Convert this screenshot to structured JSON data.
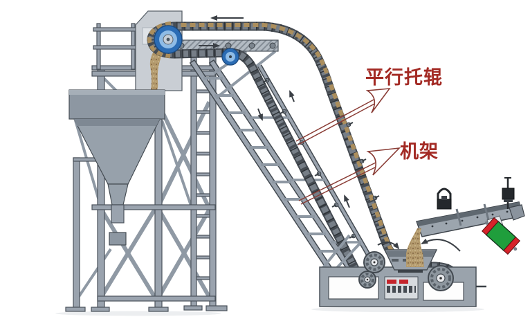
{
  "annotations": {
    "color": "#a32a24",
    "labels": [
      {
        "id": "parallel-idler",
        "text": "平行托辊"
      },
      {
        "id": "frame",
        "text": "机架"
      }
    ]
  },
  "icons": {
    "annotation_arrow": "open-swallow-arrowhead",
    "travel_direction_top": "left-arrow",
    "return_direction": "right-arrow",
    "incline_up": "up-slope-arrow",
    "incline_down": "down-slope-arrow",
    "rotation_direction": "curved-rotation-arrow"
  },
  "colors": {
    "background": "#ffffff",
    "structure_gray": "#9aa3ae",
    "outline_dark": "#4a525a",
    "housing_gray": "#c9ced4",
    "chain_dark": "#464c53",
    "material_tan": "#b49b6e",
    "pulley_blue": "#2b6cb4",
    "pulley_blue_light": "#8fbce6",
    "motor_green": "#1f9e3c",
    "motor_cap_red": "#d6232a",
    "boot_detail_red": "#c4242b",
    "annotation_red": "#a32a24"
  }
}
